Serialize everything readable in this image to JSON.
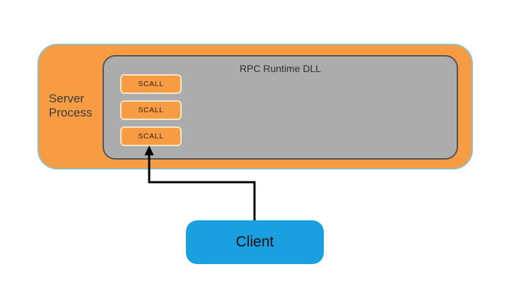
{
  "page": {
    "background": "#FFFFFF"
  },
  "server_process": {
    "label": "Server Process",
    "fill": "#F89C44",
    "border_color": "#95BEBB"
  },
  "rpc_runtime": {
    "title": "RPC Runtime DLL",
    "fill": "#ACACAC",
    "border_color": "#555555",
    "scalls": [
      {
        "label": "SCALL"
      },
      {
        "label": "SCALL"
      },
      {
        "label": "SCALL"
      }
    ],
    "scall_fill": "#F89C44",
    "scall_border_color": "#F3E6C9"
  },
  "client": {
    "label": "Client",
    "fill": "#1A9FE0"
  },
  "arrow": {
    "color": "#000000",
    "connects": "Client to bottom SCALL"
  }
}
